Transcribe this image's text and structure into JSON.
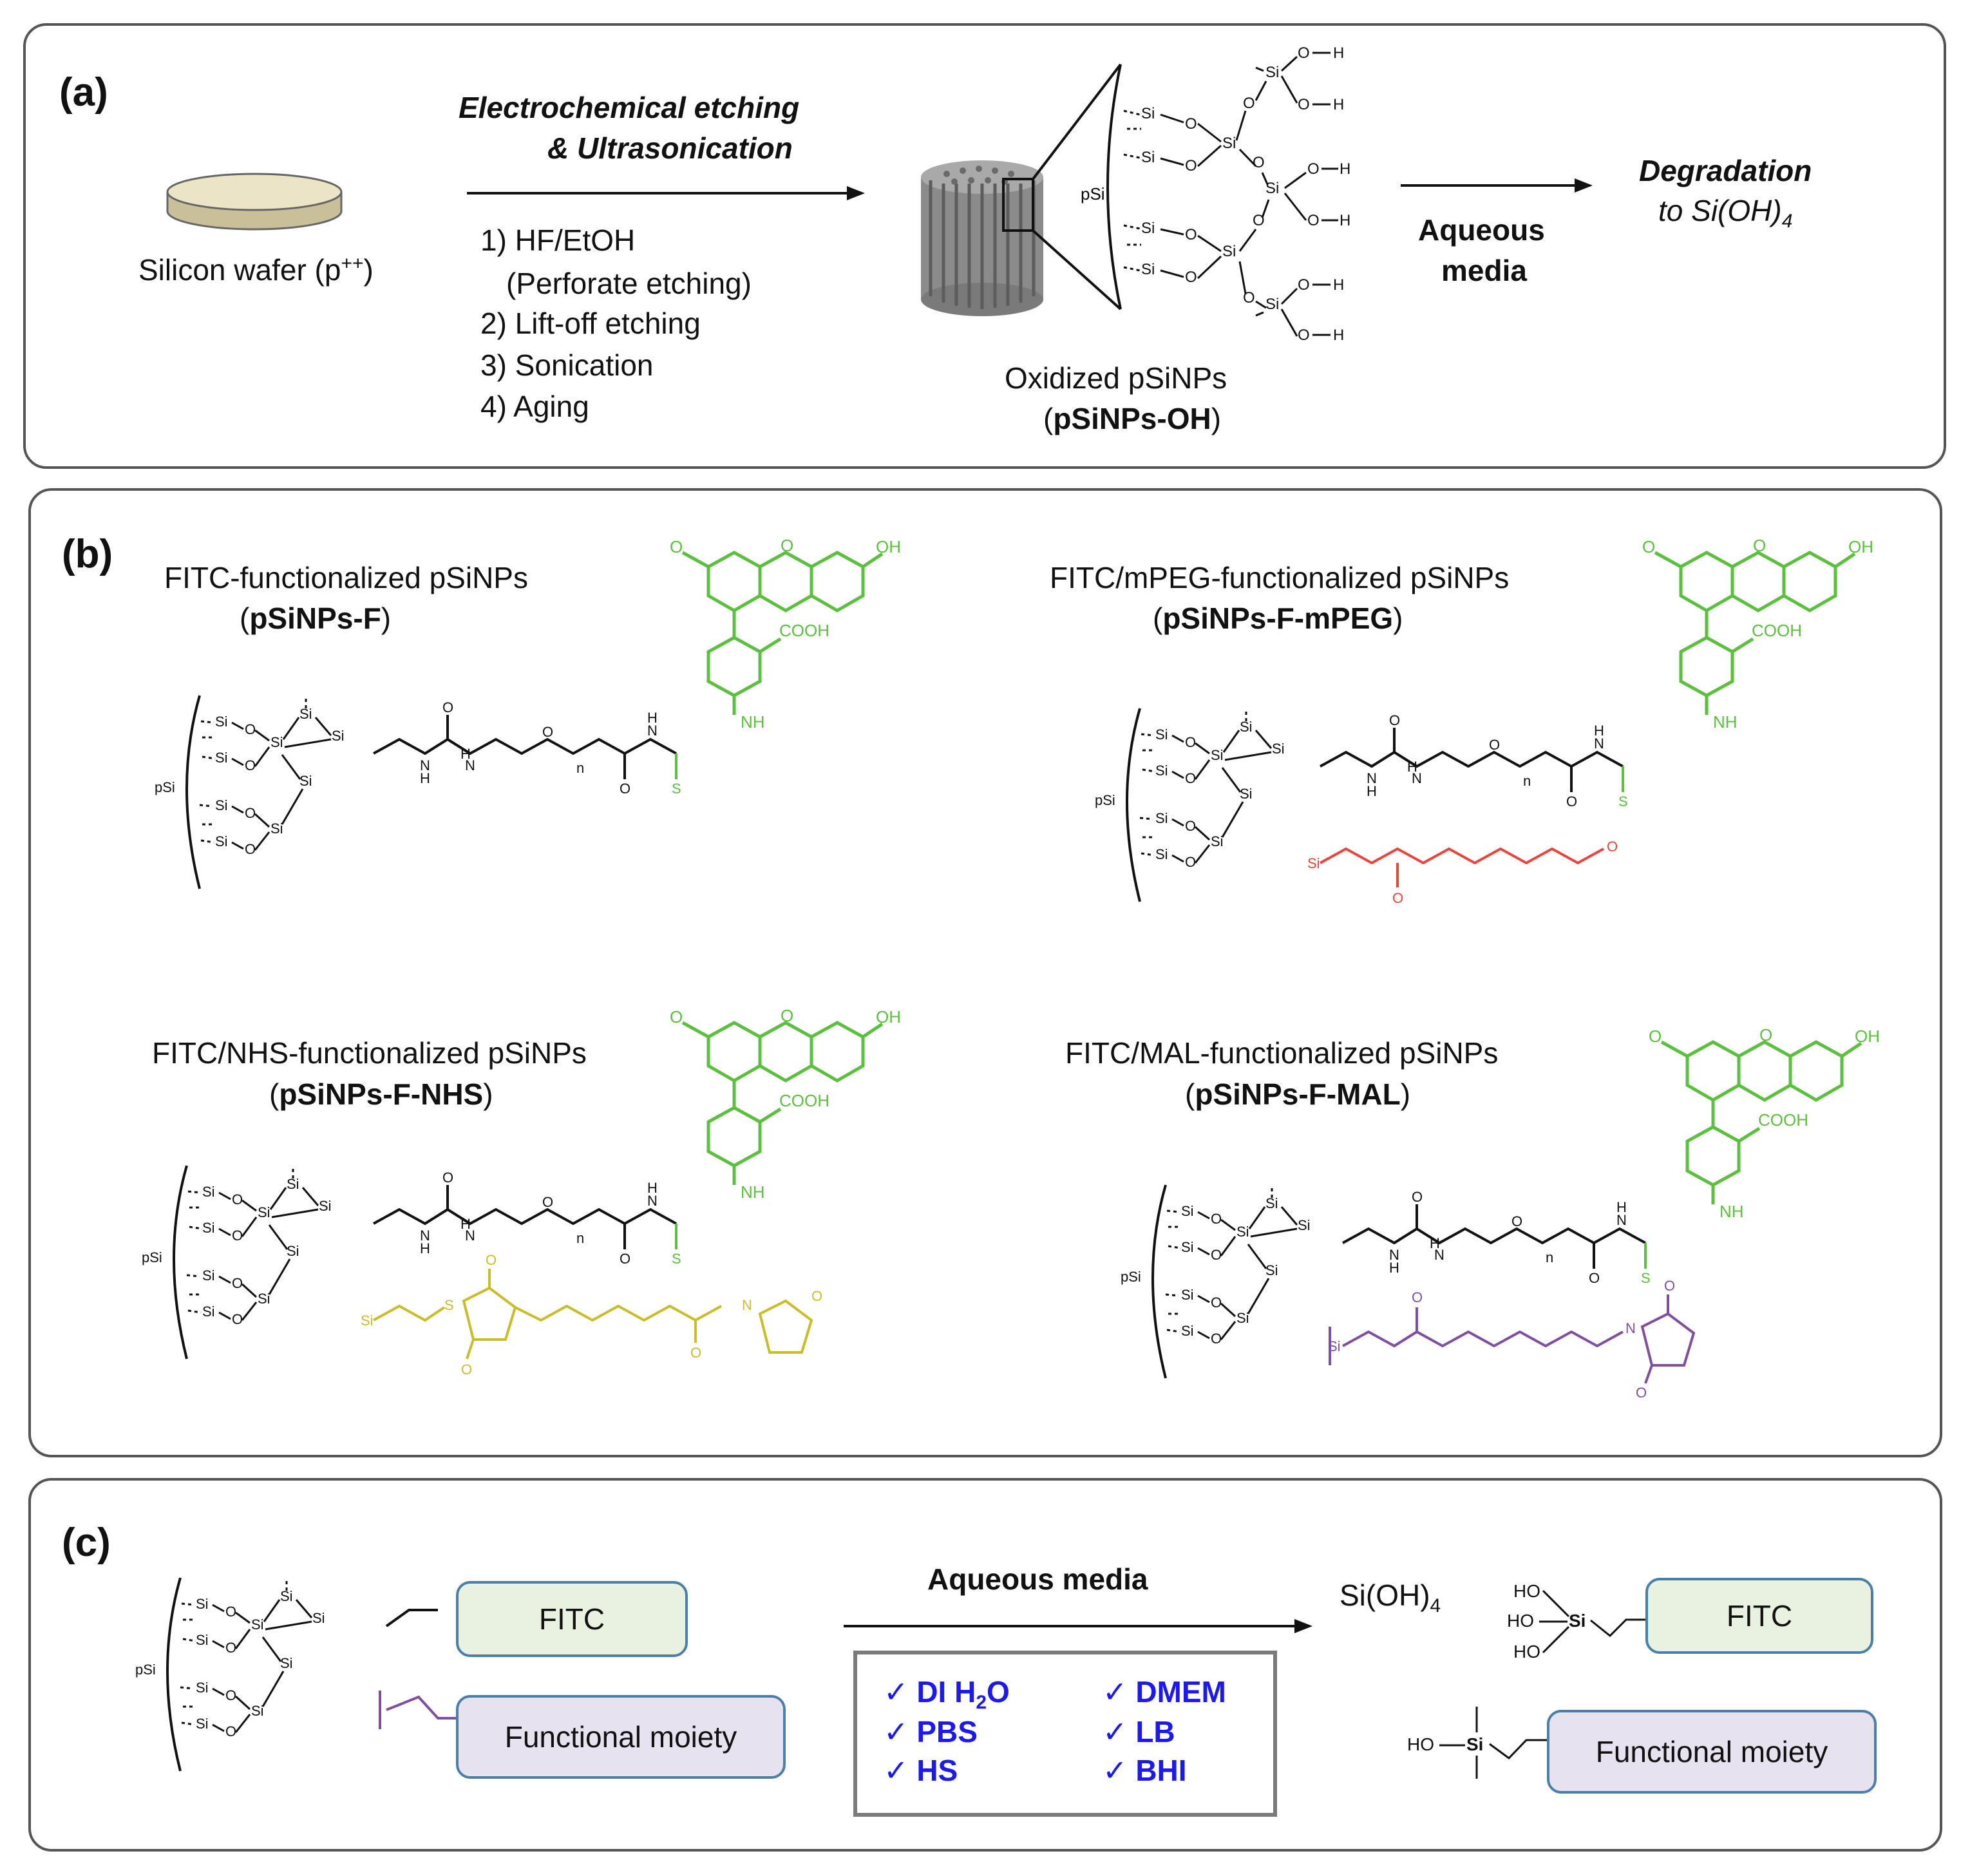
{
  "panel_a": {
    "label": "(a)",
    "wafer_label": "Silicon wafer (p",
    "wafer_sup": "++",
    "wafer_close": ")",
    "arrow1_line1": "Electrochemical etching",
    "arrow1_line2": "& Ultrasonication",
    "steps": [
      "1) HF/EtOH",
      "(Perforate etching)",
      "2) Lift-off etching",
      "3) Sonication",
      "4) Aging"
    ],
    "product_line1": "Oxidized pSiNPs",
    "product_line2": "(",
    "product_bold": "pSiNPs-OH",
    "product_close": ")",
    "psi": "pSi",
    "arrow2_line1": "Aqueous",
    "arrow2_line2": "media",
    "degradation_line1": "Degradation",
    "degradation_line2": "to Si(OH)",
    "degradation_sub": "4"
  },
  "panel_b": {
    "label": "(b)",
    "items": [
      {
        "title": "FITC-functionalized pSiNPs",
        "code": "pSiNPs-F"
      },
      {
        "title": "FITC/mPEG-functionalized pSiNPs",
        "code": "pSiNPs-F-mPEG"
      },
      {
        "title": "FITC/NHS-functionalized pSiNPs",
        "code": "pSiNPs-F-NHS"
      },
      {
        "title": "FITC/MAL-functionalized pSiNPs",
        "code": "pSiNPs-F-MAL"
      }
    ]
  },
  "panel_c": {
    "label": "(c)",
    "psi": "pSi",
    "fitc": "FITC",
    "functional_moiety": "Functional moiety",
    "arrow_label": "Aqueous media",
    "media": [
      "DI H2O",
      "PBS",
      "HS",
      "DMEM",
      "LB",
      "BHI"
    ],
    "check": "✓",
    "product_siooh": "Si(OH)",
    "product_sub": "4",
    "fitc_product": "FITC",
    "func_product": "Functional moiety",
    "ho": "HO",
    "si": "Si"
  },
  "colors": {
    "fitc_green": "#5cbf3f",
    "mpeg_red": "#e8463c",
    "nhs_yellow": "#c9bd2a",
    "mal_purple": "#7e4f9e",
    "media_blue": "#1c19f0",
    "fitc_box": "#e9f1e1",
    "func_box": "#e6e2ef",
    "box_border": "#4a7fa8"
  }
}
